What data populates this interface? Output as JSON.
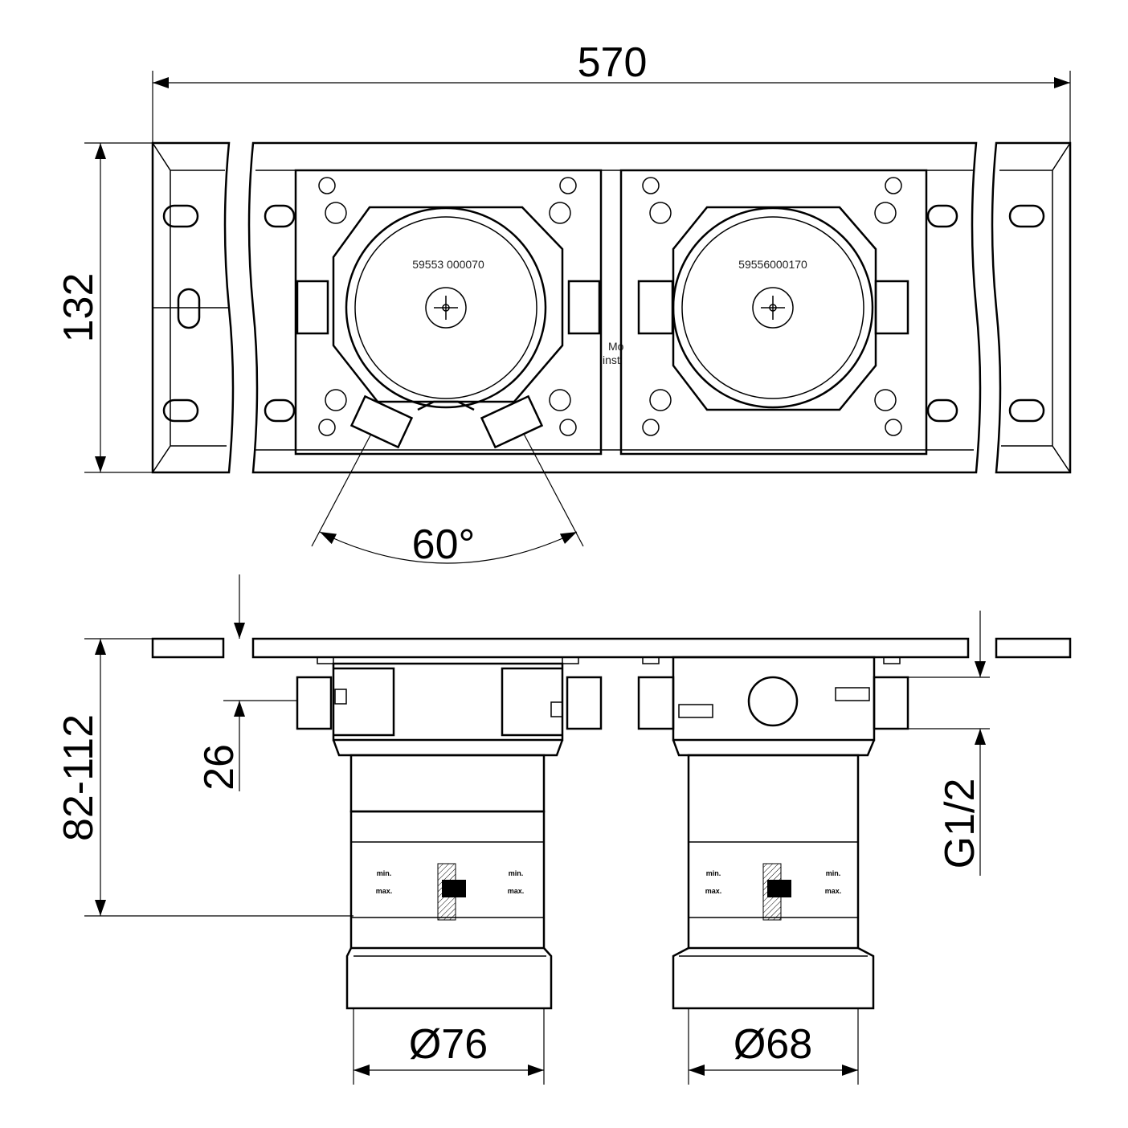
{
  "dimensions": {
    "overall_width": "570",
    "height": "132",
    "angle": "60°",
    "install_depth": "82-112",
    "offset": "26",
    "thread": "G1/2",
    "diameter_left": "Ø76",
    "diameter_right": "Ø68"
  },
  "labels": {
    "left_part_number": "59553 000070",
    "right_part_number": "59556000170",
    "note_line1": "Mo",
    "note_line2": "inst",
    "min": "min.",
    "max": "max."
  }
}
